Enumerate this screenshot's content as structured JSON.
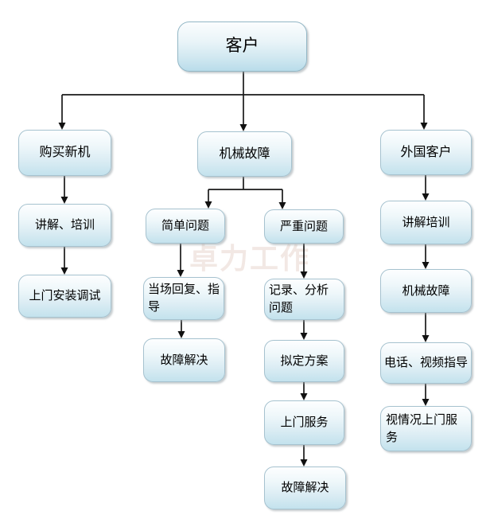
{
  "diagram": {
    "type": "flowchart",
    "watermark": "卓力工作",
    "nodes": {
      "customer": {
        "label": "客户"
      },
      "buy_new": {
        "label": "购买新机"
      },
      "explain_train_left": {
        "label": "讲解、培训"
      },
      "onsite_install": {
        "label": "上门安装调试"
      },
      "mech_fault_mid": {
        "label": "机械故障"
      },
      "simple_problem": {
        "label": "简单问题"
      },
      "serious_problem": {
        "label": "严重问题"
      },
      "onspot_reply": {
        "label": "当场回复、指导"
      },
      "fault_solved_simple": {
        "label": "故障解决"
      },
      "record_analyze": {
        "label": "记录、分析问题"
      },
      "make_plan": {
        "label": "拟定方案"
      },
      "onsite_service": {
        "label": "上门服务"
      },
      "fault_solved_serious": {
        "label": "故障解决"
      },
      "foreign_customer": {
        "label": "外国客户"
      },
      "explain_train_right": {
        "label": "讲解培训"
      },
      "mech_fault_right": {
        "label": "机械故障"
      },
      "phone_video_guide": {
        "label": "电话、视频指导"
      },
      "onsite_as_needed": {
        "label": "视情况上门服务"
      }
    },
    "edges": [
      {
        "from": "customer",
        "to": "buy_new"
      },
      {
        "from": "customer",
        "to": "mech_fault_mid"
      },
      {
        "from": "customer",
        "to": "foreign_customer"
      },
      {
        "from": "buy_new",
        "to": "explain_train_left"
      },
      {
        "from": "explain_train_left",
        "to": "onsite_install"
      },
      {
        "from": "mech_fault_mid",
        "to": "simple_problem"
      },
      {
        "from": "mech_fault_mid",
        "to": "serious_problem"
      },
      {
        "from": "simple_problem",
        "to": "onspot_reply"
      },
      {
        "from": "onspot_reply",
        "to": "fault_solved_simple"
      },
      {
        "from": "serious_problem",
        "to": "record_analyze"
      },
      {
        "from": "record_analyze",
        "to": "make_plan"
      },
      {
        "from": "make_plan",
        "to": "onsite_service"
      },
      {
        "from": "onsite_service",
        "to": "fault_solved_serious"
      },
      {
        "from": "foreign_customer",
        "to": "explain_train_right"
      },
      {
        "from": "explain_train_right",
        "to": "mech_fault_right"
      },
      {
        "from": "mech_fault_right",
        "to": "phone_video_guide"
      },
      {
        "from": "phone_video_guide",
        "to": "onsite_as_needed"
      }
    ],
    "colors": {
      "background": "#ffffff",
      "box_fill_top": "#fdfeff",
      "box_fill_bottom": "#c3e2ed",
      "box_border": "#a6c2cf",
      "connector": "#1a1a1a",
      "watermark": "#c89a86"
    }
  }
}
